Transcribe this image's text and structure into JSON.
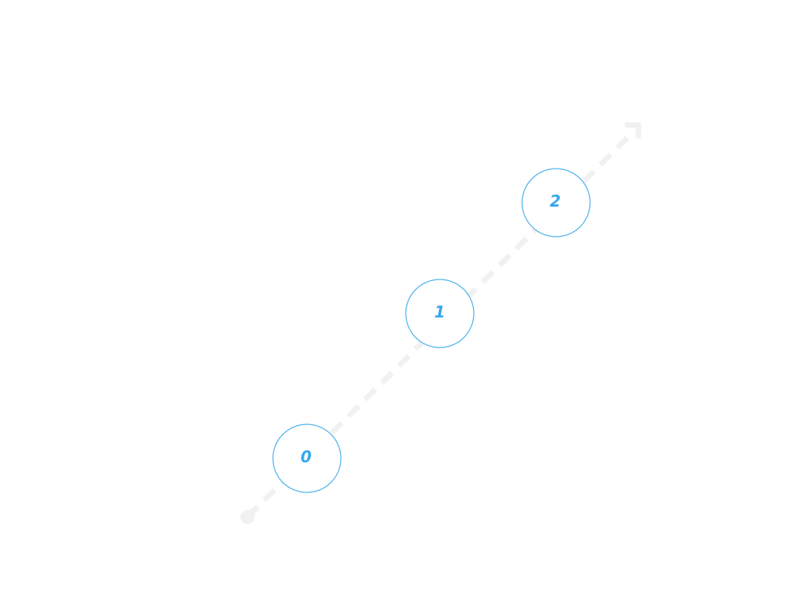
{
  "diagram": {
    "type": "number-line",
    "colors": {
      "node_stroke": "#4db2ea",
      "node_text": "#36a9ec",
      "axis": "#f1f1f1"
    },
    "axis": {
      "direction": "diagonal-up-right",
      "start_marker": "dot",
      "end_marker": "arrow"
    },
    "nodes": [
      {
        "label": "0"
      },
      {
        "label": "1"
      },
      {
        "label": "2"
      }
    ]
  }
}
